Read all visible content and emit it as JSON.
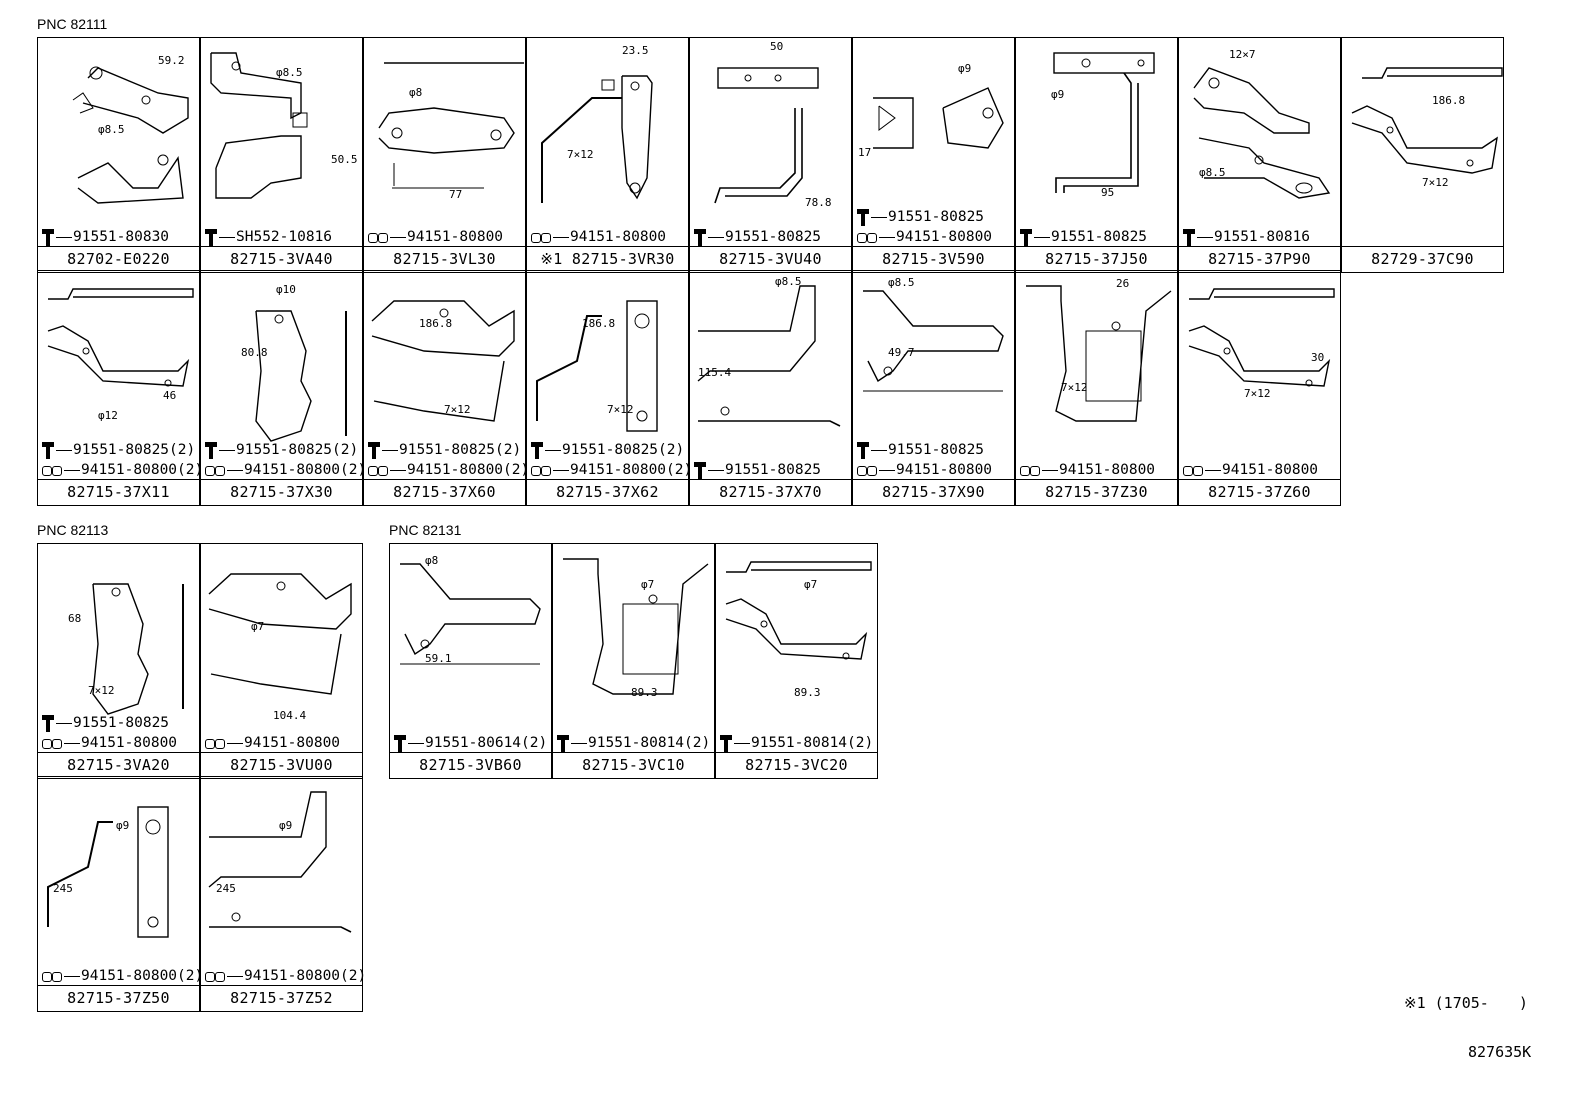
{
  "sections": [
    {
      "label": "PNC 82111"
    },
    {
      "label": "PNC 82113"
    },
    {
      "label": "PNC 82131"
    }
  ],
  "parts": [
    {
      "pn": "82702-E0220",
      "fasteners": [
        {
          "icon": "bolt-icon",
          "code": "91551-80830"
        }
      ],
      "dims": [
        "59.2",
        "φ8.5"
      ]
    },
    {
      "pn": "82715-3VA40",
      "fasteners": [
        {
          "icon": "bolt-icon",
          "code": "SH552-10816"
        }
      ],
      "dims": [
        "φ8.5",
        "50.5"
      ]
    },
    {
      "pn": "82715-3VL30",
      "fasteners": [
        {
          "icon": "nut-icon",
          "code": "94151-80800"
        }
      ],
      "dims": [
        "φ8",
        "77"
      ]
    },
    {
      "pn": "※1 82715-3VR30",
      "fasteners": [
        {
          "icon": "nut-icon",
          "code": "94151-80800"
        }
      ],
      "dims": [
        "23.5",
        "7×12"
      ]
    },
    {
      "pn": "82715-3VU40",
      "fasteners": [
        {
          "icon": "bolt-icon",
          "code": "91551-80825"
        }
      ],
      "dims": [
        "50",
        "78.8"
      ]
    },
    {
      "pn": "82715-3V590",
      "fasteners": [
        {
          "icon": "bolt-icon",
          "code": "91551-80825"
        },
        {
          "icon": "nut-icon",
          "code": "94151-80800"
        }
      ],
      "dims": [
        "φ9",
        "17"
      ]
    },
    {
      "pn": "82715-37J50",
      "fasteners": [
        {
          "icon": "bolt-icon",
          "code": "91551-80825"
        }
      ],
      "dims": [
        "φ9",
        "95"
      ]
    },
    {
      "pn": "82715-37P90",
      "fasteners": [
        {
          "icon": "bolt-icon",
          "code": "91551-80816"
        }
      ],
      "dims": [
        "12×7",
        "φ8.5"
      ]
    },
    {
      "pn": "82729-37C90",
      "fasteners": [],
      "dims": [
        "186.8",
        "7×12"
      ]
    },
    {
      "pn": "82715-37X11",
      "fasteners": [
        {
          "icon": "bolt-icon",
          "code": "91551-80825(2)"
        },
        {
          "icon": "nut-icon",
          "code": "94151-80800(2)"
        }
      ],
      "dims": [
        "46",
        "φ12"
      ]
    },
    {
      "pn": "82715-37X30",
      "fasteners": [
        {
          "icon": "bolt-icon",
          "code": "91551-80825(2)"
        },
        {
          "icon": "nut-icon",
          "code": "94151-80800(2)"
        }
      ],
      "dims": [
        "φ10",
        "80.8"
      ]
    },
    {
      "pn": "82715-37X60",
      "fasteners": [
        {
          "icon": "bolt-icon",
          "code": "91551-80825(2)"
        },
        {
          "icon": "nut-icon",
          "code": "94151-80800(2)"
        }
      ],
      "dims": [
        "186.8",
        "7×12"
      ]
    },
    {
      "pn": "82715-37X62",
      "fasteners": [
        {
          "icon": "bolt-icon",
          "code": "91551-80825(2)"
        },
        {
          "icon": "nut-icon",
          "code": "94151-80800(2)"
        }
      ],
      "dims": [
        "186.8",
        "7×12"
      ]
    },
    {
      "pn": "82715-37X70",
      "fasteners": [
        {
          "icon": "bolt-icon",
          "code": "91551-80825"
        }
      ],
      "dims": [
        "φ8.5",
        "115.4"
      ]
    },
    {
      "pn": "82715-37X90",
      "fasteners": [
        {
          "icon": "bolt-icon",
          "code": "91551-80825"
        },
        {
          "icon": "nut-icon",
          "code": "94151-80800"
        }
      ],
      "dims": [
        "φ8.5",
        "49.7"
      ]
    },
    {
      "pn": "82715-37Z30",
      "fasteners": [
        {
          "icon": "nut-icon",
          "code": "94151-80800"
        }
      ],
      "dims": [
        "26",
        "7×12"
      ]
    },
    {
      "pn": "82715-37Z60",
      "fasteners": [
        {
          "icon": "nut-icon",
          "code": "94151-80800"
        }
      ],
      "dims": [
        "30",
        "7×12"
      ]
    },
    {
      "pn": "82715-3VA20",
      "fasteners": [
        {
          "icon": "bolt-icon",
          "code": "91551-80825"
        },
        {
          "icon": "nut-icon",
          "code": "94151-80800"
        }
      ],
      "dims": [
        "68",
        "7×12"
      ]
    },
    {
      "pn": "82715-3VU00",
      "fasteners": [
        {
          "icon": "nut-icon",
          "code": "94151-80800"
        }
      ],
      "dims": [
        "φ7",
        "104.4"
      ]
    },
    {
      "pn": "82715-37Z50",
      "fasteners": [
        {
          "icon": "nut-icon",
          "code": "94151-80800(2)"
        }
      ],
      "dims": [
        "245",
        "φ9"
      ]
    },
    {
      "pn": "82715-37Z52",
      "fasteners": [
        {
          "icon": "nut-icon",
          "code": "94151-80800(2)"
        }
      ],
      "dims": [
        "245",
        "φ9"
      ]
    },
    {
      "pn": "82715-3VB60",
      "fasteners": [
        {
          "icon": "bolt-icon",
          "code": "91551-80614(2)"
        }
      ],
      "dims": [
        "φ8",
        "59.1"
      ]
    },
    {
      "pn": "82715-3VC10",
      "fasteners": [
        {
          "icon": "bolt-icon",
          "code": "91551-80814(2)"
        }
      ],
      "dims": [
        "φ7",
        "89.3"
      ]
    },
    {
      "pn": "82715-3VC20",
      "fasteners": [
        {
          "icon": "bolt-icon",
          "code": "91551-80814(2)"
        }
      ],
      "dims": [
        "φ7",
        "89.3"
      ]
    }
  ],
  "footnote": "※1 (1705-　　)",
  "diagram_id": "827635K"
}
